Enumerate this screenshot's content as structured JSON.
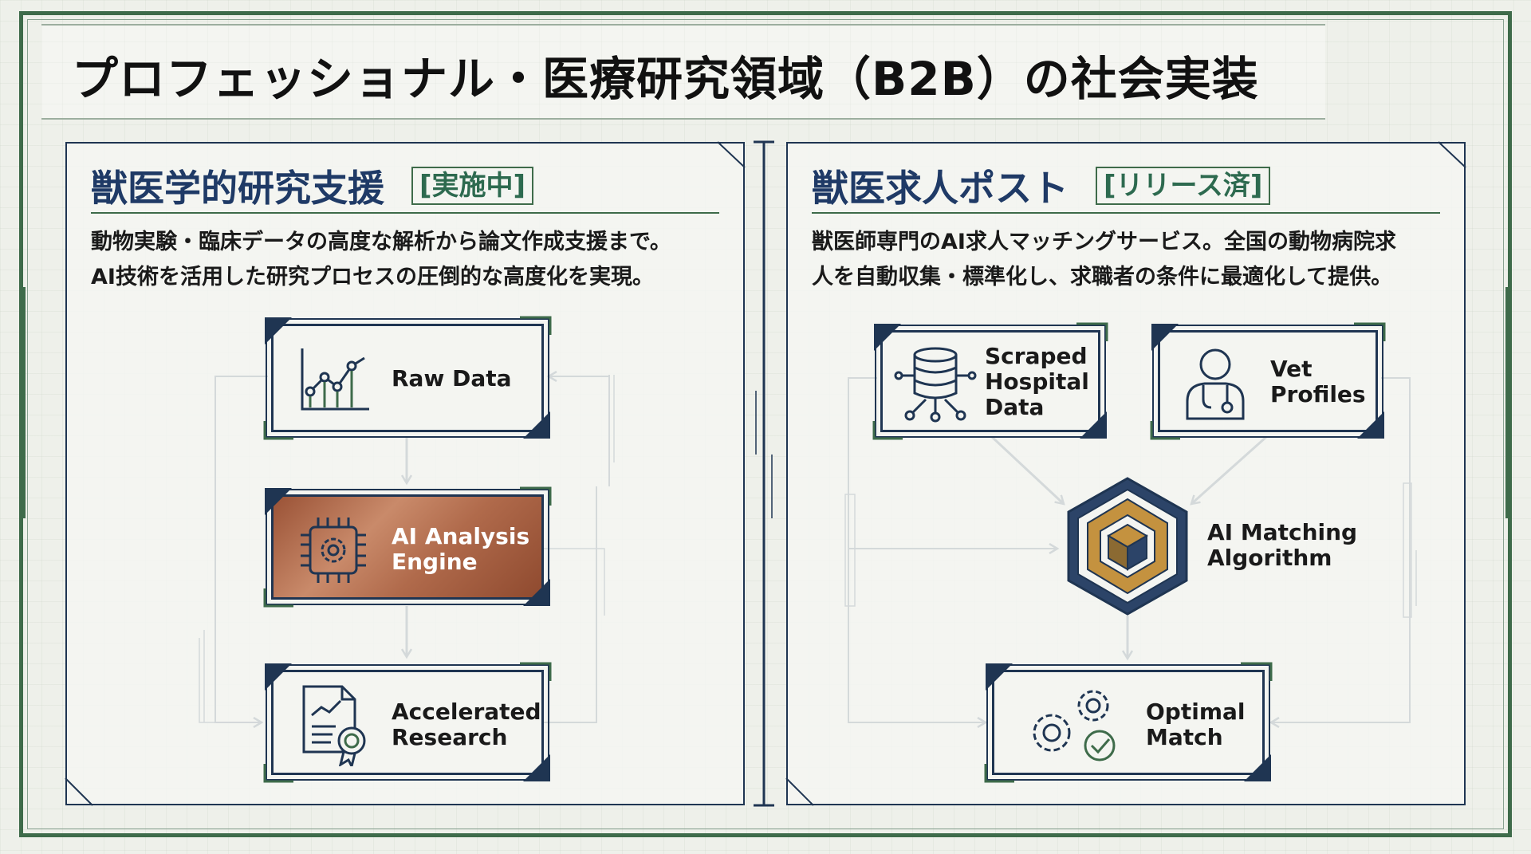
{
  "page": {
    "title": "プロフェッショナル・医療研究領域（B2B）の社会実装"
  },
  "left_panel": {
    "title": "獣医学的研究支援",
    "status": "[実施中]",
    "description": [
      "動物実験・臨床データの高度な解析から論文作成支援まで。",
      "AI技術を活用した研究プロセスの圧倒的な高度化を実現。"
    ],
    "nodes": {
      "raw_data": {
        "label": "Raw Data",
        "icon": "line-chart-icon"
      },
      "ai_engine": {
        "label_1": "AI Analysis",
        "label_2": "Engine",
        "icon": "chip-gear-icon"
      },
      "accelerated": {
        "label_1": "Accelerated",
        "label_2": "Research",
        "icon": "document-award-icon"
      }
    }
  },
  "right_panel": {
    "title": "獣医求人ポスト",
    "status": "[リリース済]",
    "description": [
      "獣医師専門のAI求人マッチングサービス。全国の動物病院求",
      "人を自動収集・標準化し、求職者の条件に最適化して提供。"
    ],
    "nodes": {
      "scraped": {
        "label_1": "Scraped",
        "label_2": "Hospital",
        "label_3": "Data",
        "icon": "database-icon"
      },
      "vet": {
        "label_1": "Vet",
        "label_2": "Profiles",
        "icon": "doctor-icon"
      },
      "algorithm": {
        "label_1": "AI Matching",
        "label_2": "Algorithm",
        "icon": "hexagon-cube-icon"
      },
      "optimal": {
        "label_1": "Optimal",
        "label_2": "Match",
        "icon": "gears-check-icon"
      }
    }
  },
  "colors": {
    "frame_green": "#3e6b4a",
    "navy": "#1f3552",
    "title_blue": "#1f3a66",
    "gold": "#c4923f",
    "copper": "#b06a4b"
  }
}
